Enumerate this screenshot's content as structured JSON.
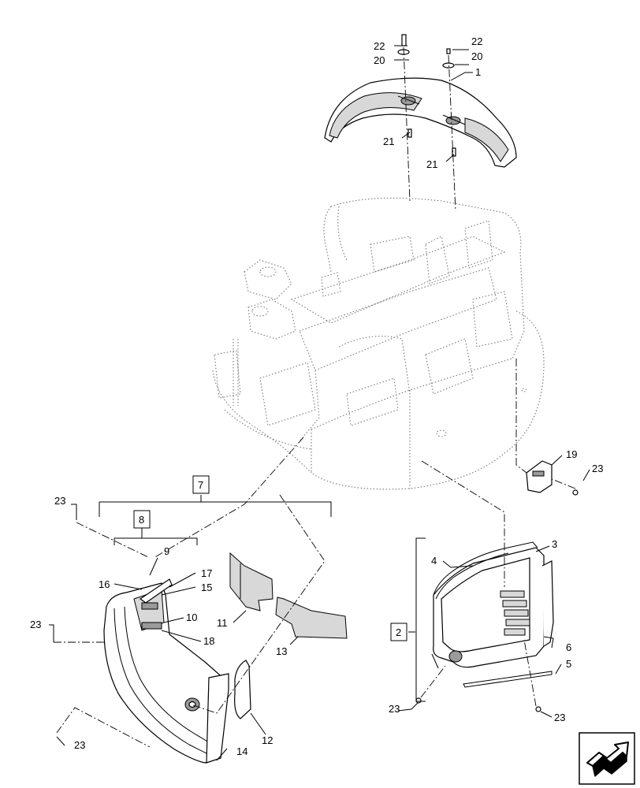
{
  "callouts": {
    "c1": "1",
    "c2": "2",
    "c3": "3",
    "c4": "4",
    "c5": "5",
    "c6": "6",
    "c7": "7",
    "c8": "8",
    "c9": "9",
    "c10": "10",
    "c11": "11",
    "c12": "12",
    "c13": "13",
    "c14": "14",
    "c15": "15",
    "c16": "16",
    "c17": "17",
    "c18": "18",
    "c19": "19",
    "c20a": "20",
    "c20b": "20",
    "c21a": "21",
    "c21b": "21",
    "c22a": "22",
    "c22b": "22",
    "c23a": "23",
    "c23b": "23",
    "c23c": "23",
    "c23d": "23",
    "c23e": "23",
    "c23f": "23"
  },
  "icons": {
    "navigation": "arrow-icon"
  }
}
